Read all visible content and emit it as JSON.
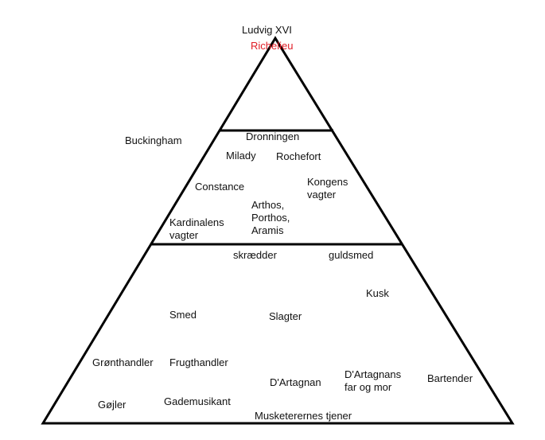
{
  "colors": {
    "stroke": "#000000",
    "text": "#111111",
    "highlight": "#e01b24"
  },
  "labels": {
    "apex": {
      "king": "Ludvig XVI",
      "cardinal": "Richelieu"
    },
    "outside": {
      "buckingham": "Buckingham"
    },
    "middle": {
      "queen": "Dronningen",
      "milady": "Milady",
      "rochefort": "Rochefort",
      "constance": "Constance",
      "kings_guards": "Kongens\nvagter",
      "musketeers": "Arthos,\nPorthos,\nAramis",
      "cardinals_guards": "Kardinalens\nvagter"
    },
    "bottom": {
      "tailor": "skrædder",
      "goldsmith": "guldsmed",
      "coachman": "Kusk",
      "smith": "Smed",
      "butcher": "Slagter",
      "greengrocer": "Grønthandler",
      "fruit_seller": "Frugthandler",
      "dartagnan": "D'Artagnan",
      "dartagnan_parents": "D'Artagnans\nfar og mor",
      "bartender": "Bartender",
      "jester": "Gøjler",
      "street_musician": "Gademusikant",
      "musketeers_servant": "Musketerernes tjener"
    }
  }
}
